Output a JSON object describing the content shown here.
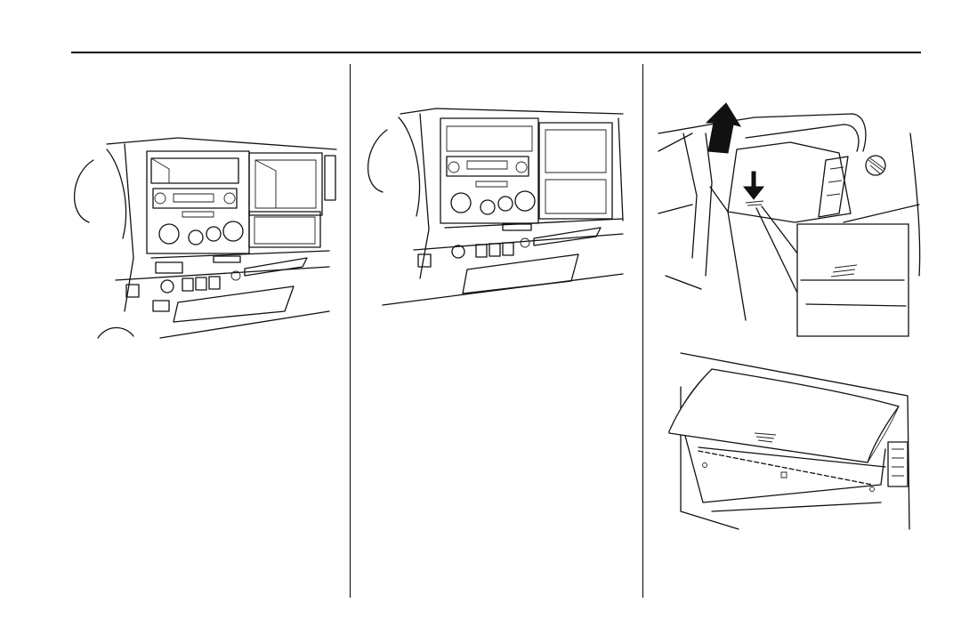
{
  "page": {
    "figures": [
      {
        "id": "fig-1",
        "icon": "dashboard-storage-illustration"
      },
      {
        "id": "fig-2",
        "icon": "dashboard-storage-illustration"
      },
      {
        "id": "fig-3",
        "icon": "glovebox-open-illustration"
      },
      {
        "id": "fig-4",
        "icon": "glovebox-lid-illustration"
      }
    ]
  }
}
